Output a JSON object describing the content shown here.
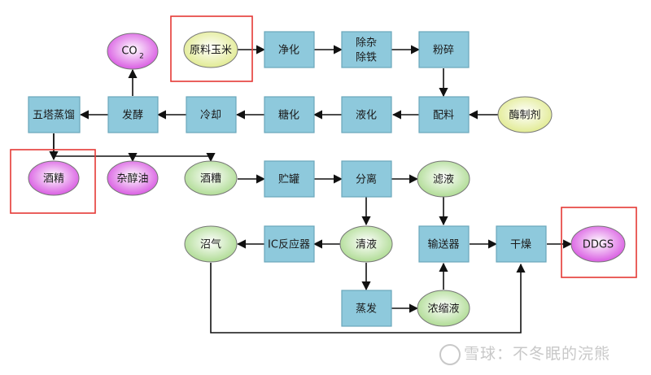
{
  "colors": {
    "box_fill": "#8ec9dc",
    "box_stroke": "#6aa6ba",
    "oval_green": "#c9e6b4",
    "oval_yellow": "#eef3b8",
    "oval_magenta": "#e06ee6",
    "highlight": "#e53935",
    "line": "#111111"
  },
  "nodes": {
    "raw_corn": "原料玉米",
    "purify": "净化",
    "impurity_iron_line1": "除杂",
    "impurity_iron_line2": "除铁",
    "crush": "粉碎",
    "mixing": "配料",
    "enzyme": "酶制剂",
    "liquefy": "液化",
    "saccharify": "糖化",
    "cool": "冷却",
    "ferment": "发酵",
    "five_tower": "五塔蒸馏",
    "co2": "CO",
    "co2_sub": "2",
    "alcohol": "酒精",
    "fusel": "杂醇油",
    "distillers_grains": "酒糟",
    "storage_tank": "贮罐",
    "separate": "分离",
    "filtrate": "滤液",
    "conveyor": "输送器",
    "dry": "干燥",
    "ddgs": "DDGS",
    "clear_liquid": "清液",
    "ic_reactor": "IC反应器",
    "biogas": "沼气",
    "evaporate": "蒸发",
    "concentrate": "浓缩液"
  },
  "watermark": "雪球：不冬眠的浣熊"
}
